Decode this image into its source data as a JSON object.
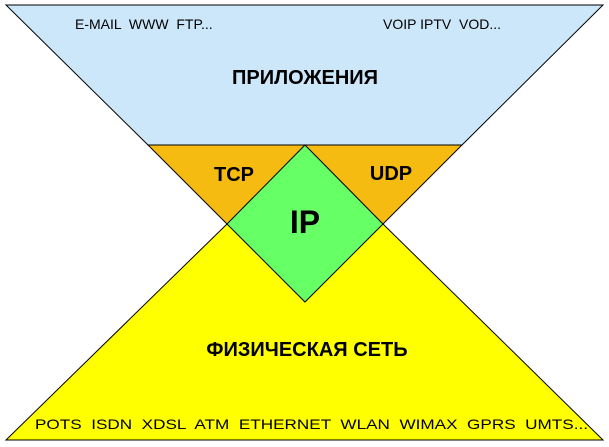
{
  "diagram": {
    "applications": {
      "title": "ПРИЛОЖЕНИЯ",
      "examples_left": "E-MAIL  WWW  FTP...",
      "examples_right": "VOIP IPTV  VOD..."
    },
    "transport": {
      "left": "TCP",
      "right": "UDP"
    },
    "network": {
      "label": "IP"
    },
    "physical": {
      "title": "ФИЗИЧЕСКАЯ СЕТЬ",
      "examples": "POTS  ISDN  XDSL  ATM  ETHERNET  WLAN  WIMAX  GPRS  UMTS..."
    }
  },
  "colors": {
    "applications_fill": "#cce6fa",
    "transport_fill": "#f5bb10",
    "network_fill": "#66ff66",
    "physical_fill": "#ffff00",
    "outline": "#000000"
  }
}
